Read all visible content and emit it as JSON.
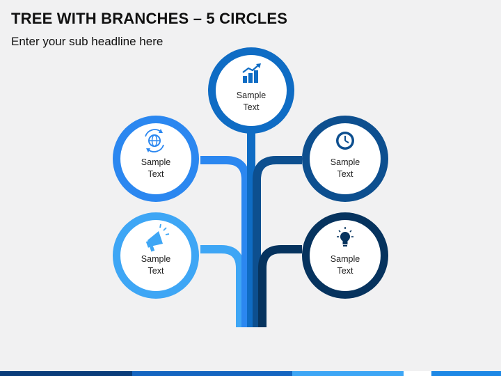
{
  "title": "TREE WITH BRANCHES – 5 CIRCLES",
  "subtitle": "Enter your sub headline here",
  "nodes": [
    {
      "line1": "Sample",
      "line2": "Text",
      "icon": "growth-chart-icon",
      "color": "#0f6cc4"
    },
    {
      "line1": "Sample",
      "line2": "Text",
      "icon": "globe-refresh-icon",
      "color": "#2b87f0"
    },
    {
      "line1": "Sample",
      "line2": "Text",
      "icon": "clock-icon",
      "color": "#0d4f8f"
    },
    {
      "line1": "Sample",
      "line2": "Text",
      "icon": "megaphone-icon",
      "color": "#3ea6f5"
    },
    {
      "line1": "Sample",
      "line2": "Text",
      "icon": "lightbulb-icon",
      "color": "#06335e"
    }
  ]
}
